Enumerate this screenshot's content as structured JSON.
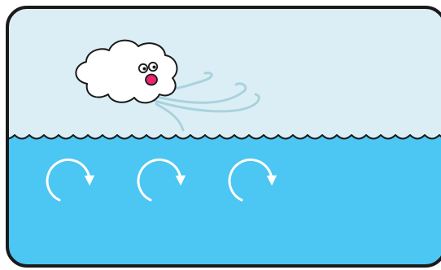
{
  "scene": {
    "subject": "wind-blowing-over-water",
    "colors": {
      "sky": "#DBEEF5",
      "water": "#4CC6F2",
      "frame": "#1A1A1A",
      "cloud": "#FFFFFF",
      "mouth": "#E8266F",
      "wind_stroke": "#A9D3DC",
      "current_arrow": "#FFFFFF"
    },
    "current_arrows": [
      {
        "direction": "clockwise"
      },
      {
        "direction": "clockwise"
      },
      {
        "direction": "clockwise"
      }
    ],
    "icons": [
      "cloud-face-icon",
      "wind-gust-icon",
      "wave-line-icon",
      "clockwise-arrow-icon"
    ]
  }
}
